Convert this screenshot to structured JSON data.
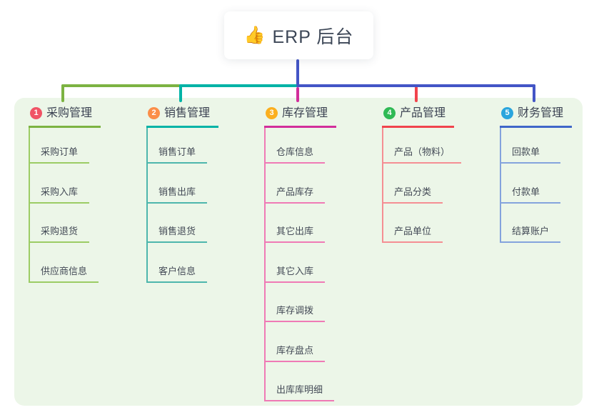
{
  "root": {
    "icon": "👍",
    "title": "ERP 后台"
  },
  "canvas": {
    "background": "#ffffff",
    "panel": "#ecf6e8"
  },
  "connectors": {
    "trunk": "#4355c6",
    "segment_left": "#7cb342",
    "segment_mid": "#00b3a6",
    "segment_right": "#4355c6",
    "drops": [
      "#7cb342",
      "#00b3a6",
      "#d22e9b",
      "#f1444d",
      "#4355c6"
    ]
  },
  "branches": [
    {
      "number": "1",
      "label": "采购管理",
      "colors": {
        "badge": "#f05365",
        "line": "#7cb342",
        "child_line": "#9ccc65"
      },
      "children": [
        "采购订单",
        "采购入库",
        "采购退货",
        "供应商信息"
      ]
    },
    {
      "number": "2",
      "label": "销售管理",
      "colors": {
        "badge": "#fb8e49",
        "line": "#00b3a6",
        "child_line": "#4db6ac"
      },
      "children": [
        "销售订单",
        "销售出库",
        "销售退货",
        "客户信息"
      ]
    },
    {
      "number": "3",
      "label": "库存管理",
      "colors": {
        "badge": "#fbaf1f",
        "line": "#d22e9b",
        "child_line": "#ef7ab5"
      },
      "children": [
        "仓库信息",
        "产品库存",
        "其它出库",
        "其它入库",
        "库存调拨",
        "库存盘点",
        "出库库明细"
      ]
    },
    {
      "number": "4",
      "label": "产品管理",
      "colors": {
        "badge": "#2fba55",
        "line": "#f1444d",
        "child_line": "#f58e93"
      },
      "children": [
        "产品（物料）",
        "产品分类",
        "产品单位"
      ]
    },
    {
      "number": "5",
      "label": "财务管理",
      "colors": {
        "badge": "#2aa5dd",
        "line": "#3f66c9",
        "child_line": "#84a3dd"
      },
      "children": [
        "回款单",
        "付款单",
        "结算账户"
      ]
    }
  ]
}
